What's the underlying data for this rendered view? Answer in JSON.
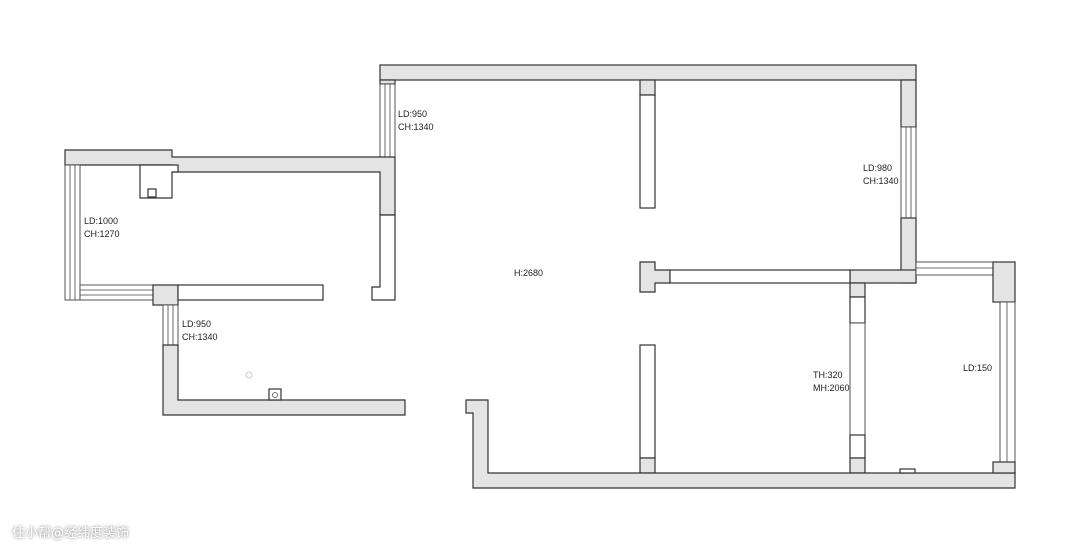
{
  "labels": {
    "main_left_window": {
      "ld": "LD:950",
      "ch": "CH:1340"
    },
    "main_right_window": {
      "ld": "LD:980",
      "ch": "CH:1340"
    },
    "west_window": {
      "ld": "LD:1000",
      "ch": "CH:1270"
    },
    "lower_west_window": {
      "ld": "LD:950",
      "ch": "CH:1340"
    },
    "ceiling_height": "H:2680",
    "door_opening": {
      "th": "TH:320",
      "mh": "MH:2060"
    },
    "bath_window": "LD:150"
  },
  "watermark": "住小帮@经纬度装饰",
  "colors": {
    "wall_fill": "#e4e4e4",
    "line": "#333333"
  }
}
